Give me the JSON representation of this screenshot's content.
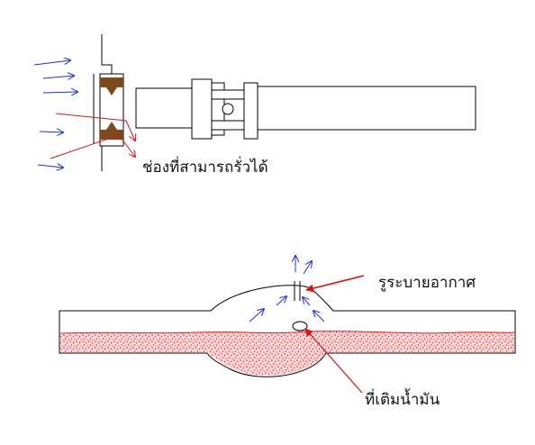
{
  "labels": {
    "leak_gap": "ช่องที่สามารถรั่วได้",
    "air_vent_hole": "รูระบายอากาศ",
    "oil_fill_point": "ที่เติมน้ำมัน"
  },
  "colors": {
    "outline": "#000000",
    "flow_arrow": "#1f2fd6",
    "pointer_arrow": "#e01414",
    "seal": "#7a4a1e",
    "oil": "#e02020"
  }
}
